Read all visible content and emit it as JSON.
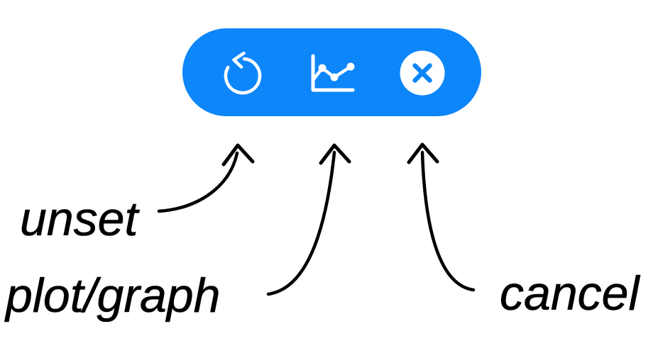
{
  "toolbar": {
    "buttons": [
      {
        "id": "unset",
        "icon": "undo-icon"
      },
      {
        "id": "plot-graph",
        "icon": "line-chart-icon"
      },
      {
        "id": "cancel",
        "icon": "close-circle-icon"
      }
    ]
  },
  "annotations": {
    "unset": {
      "label": "unset"
    },
    "plotGraph": {
      "label": "plot/graph"
    },
    "cancel": {
      "label": "cancel"
    }
  },
  "colors": {
    "toolbar_blue": "#0D86FA",
    "icon_white": "#FFFFFF",
    "annotation_black": "#000000",
    "background": "#FFFFFF"
  }
}
